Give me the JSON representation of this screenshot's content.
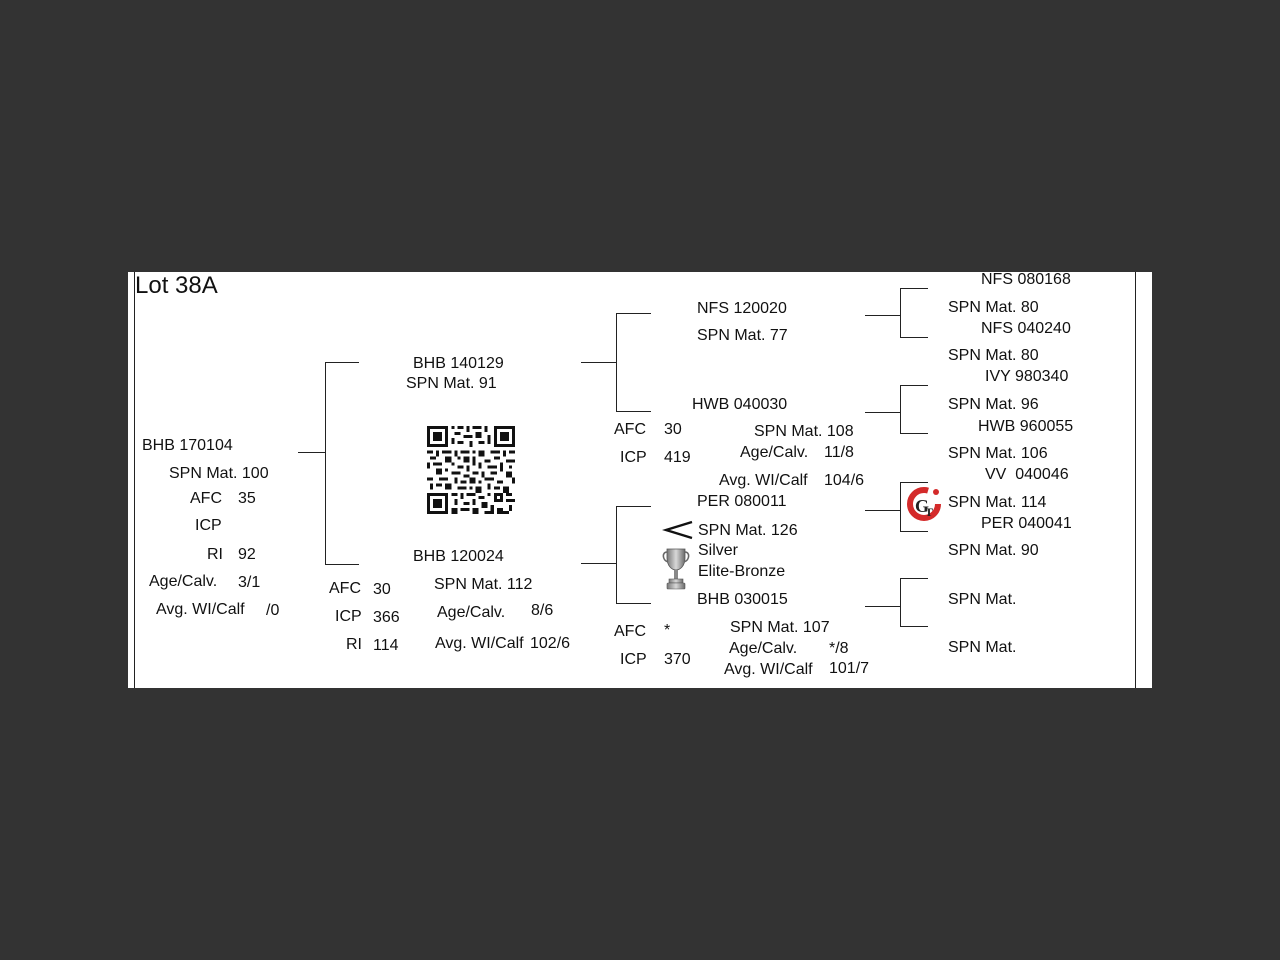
{
  "lot": "Lot 38A",
  "subject": {
    "id": "BHB 170104",
    "spn": "SPN Mat. 100",
    "afc_label": "AFC",
    "afc": "35",
    "icp_label": "ICP",
    "ri_label": "RI",
    "ri": "92",
    "agecalv_label": "Age/Calv.",
    "agecalv": "3/1",
    "avgwi_label": "Avg. WI/Calf",
    "avgwi": "/0"
  },
  "sire": {
    "id": "BHB 140129",
    "spn": "SPN Mat. 91"
  },
  "dam": {
    "id": "BHB 120024",
    "spn": "SPN Mat. 112",
    "agecalv_label": "Age/Calv.",
    "agecalv": "8/6",
    "avgwi_label": "Avg. WI/Calf",
    "avgwi": "102/6",
    "afc_label": "AFC",
    "afc": "30",
    "icp_label": "ICP",
    "icp": "366",
    "ri_label": "RI",
    "ri": "114"
  },
  "ss": {
    "id": "NFS 120020",
    "spn": "SPN Mat. 77"
  },
  "sd": {
    "id": "HWB 040030",
    "afc_label": "AFC",
    "afc": "30",
    "icp_label": "ICP",
    "icp": "419",
    "spn": "SPN Mat. 108",
    "agecalv_label": "Age/Calv.",
    "agecalv": "11/8",
    "avgwi_label": "Avg. WI/Calf",
    "avgwi": "104/6"
  },
  "ds": {
    "id": "PER 080011",
    "spn": "SPN Mat. 126",
    "award1": "Silver",
    "award2": "Elite-Bronze"
  },
  "dd": {
    "id": "BHB 030015",
    "afc_label": "AFC",
    "afc": "*",
    "icp_label": "ICP",
    "icp": "370",
    "spn": "SPN Mat. 107",
    "agecalv_label": "Age/Calv.",
    "agecalv": "*/8",
    "avgwi_label": "Avg. WI/Calf",
    "avgwi": "101/7"
  },
  "gen3": {
    "sss": "NFS 080168",
    "sss_spn": "SPN Mat. 80",
    "ssd": "NFS 040240",
    "ssd_spn": "SPN Mat. 80",
    "sds": "IVY 980340",
    "sds_spn": "SPN Mat. 96",
    "sdd": "HWB 960055",
    "sdd_spn": "SPN Mat. 106",
    "dss": "VV  040046",
    "dss_spn": "SPN Mat. 114",
    "dsd": "PER 040041",
    "dsd_spn": "SPN Mat. 90",
    "dds_spn": "SPN Mat.",
    "ddd_spn": "SPN Mat."
  },
  "icons": {
    "qr": "qr-code-icon",
    "angle": "angle-bracket-icon",
    "trophy": "trophy-icon",
    "logo": "gt-logo-icon"
  }
}
